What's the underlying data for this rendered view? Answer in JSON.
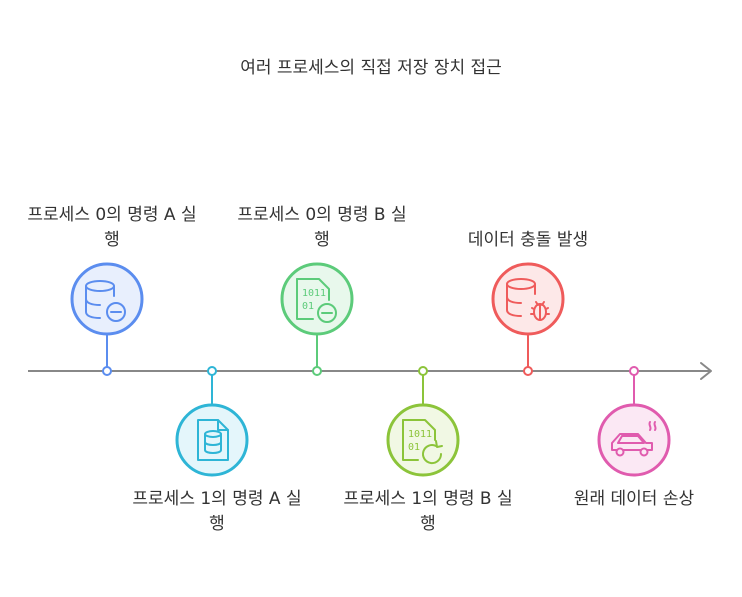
{
  "title": "여러 프로세스의 직접 저장 장치 접근",
  "colors": {
    "axis": "#888888",
    "blue": "#5B8DEF",
    "teal": "#2EB5D6",
    "green": "#5CCB7A",
    "lime": "#8CC43A",
    "red": "#EF5B5B",
    "pink": "#E05BAE"
  },
  "events": [
    {
      "label": "프로세스 0의 명령 A 실행",
      "icon": "database-minus-icon",
      "position": "above",
      "color": "blue"
    },
    {
      "label": "프로세스 1의 명령 A 실행",
      "icon": "file-database-icon",
      "position": "below",
      "color": "teal"
    },
    {
      "label": "프로세스 0의 명령 B 실행",
      "icon": "binary-file-minus-icon",
      "position": "above",
      "color": "green"
    },
    {
      "label": "프로세스 1의 명령 B 실행",
      "icon": "binary-file-refresh-icon",
      "position": "below",
      "color": "lime"
    },
    {
      "label": "데이터 충돌 발생",
      "icon": "database-bug-icon",
      "position": "above",
      "color": "red"
    },
    {
      "label": "원래 데이터 손상",
      "icon": "car-smoke-icon",
      "position": "below",
      "color": "pink"
    }
  ]
}
